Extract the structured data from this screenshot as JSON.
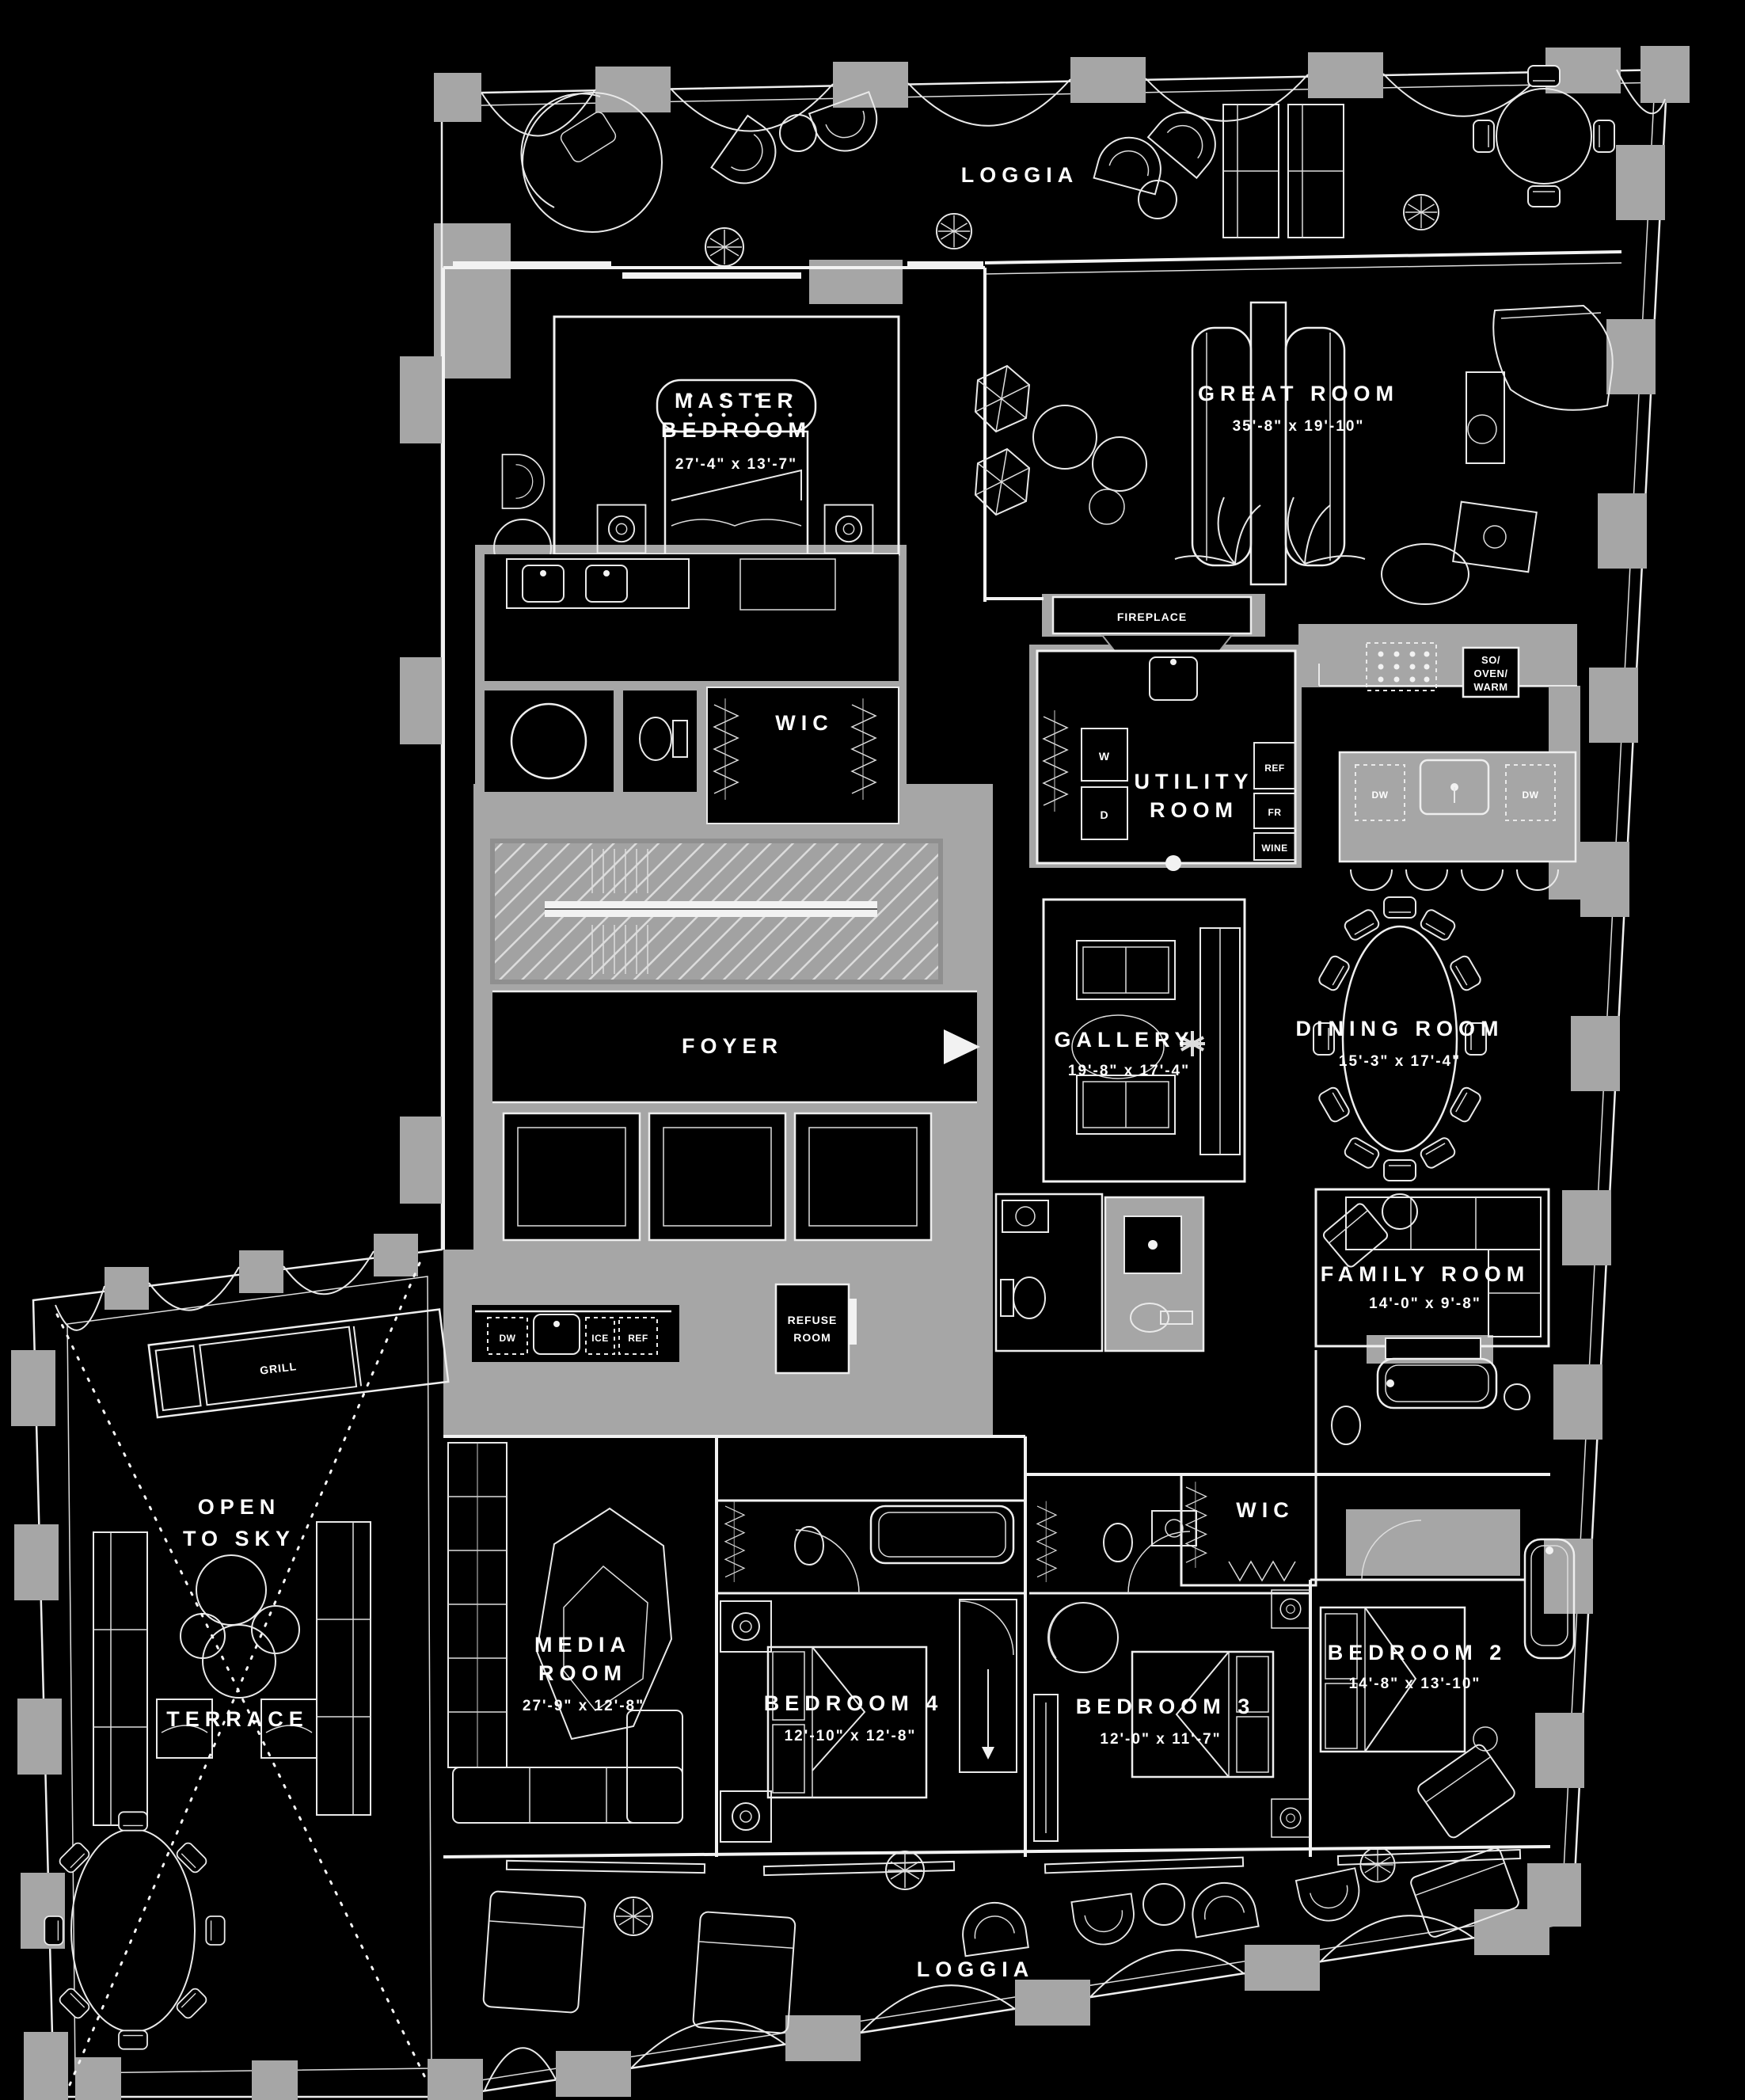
{
  "palette": {
    "background": "#000000",
    "wall_line": "#f2f2f2",
    "poche_gray": "#a6a6a6",
    "label_color": "#ffffff"
  },
  "plan": {
    "loggia_top": {
      "name": "LOGGIA"
    },
    "loggia_bottom": {
      "name": "LOGGIA"
    },
    "master_bedroom": {
      "name_line1": "MASTER",
      "name_line2": "BEDROOM",
      "dims": "27'-4\" x 13'-7\""
    },
    "great_room": {
      "name": "GREAT ROOM",
      "dims": "35'-8\" x 19'-10\""
    },
    "fireplace": {
      "name": "FIREPLACE"
    },
    "wic_master": {
      "name": "WIC"
    },
    "utility_room": {
      "name_line1": "UTILITY",
      "name_line2": "ROOM"
    },
    "foyer": {
      "name": "FOYER"
    },
    "refuse_room": {
      "name_line1": "REFUSE",
      "name_line2": "ROOM"
    },
    "gallery": {
      "name": "GALLERY",
      "dims": "19'-8\" x 17'-4\""
    },
    "dining_room": {
      "name": "DINING ROOM",
      "dims": "15'-3\" x 17'-4\""
    },
    "family_room": {
      "name": "FAMILY ROOM",
      "dims": "14'-0\" x 9'-8\""
    },
    "wic_bedroom2": {
      "name": "WIC"
    },
    "media_room": {
      "name_line1": "MEDIA",
      "name_line2": "ROOM",
      "dims": "27'-9\" x 12'-8\""
    },
    "bedroom_4": {
      "name": "BEDROOM 4",
      "dims": "12'-10\" x 12'-8\""
    },
    "bedroom_3": {
      "name": "BEDROOM 3",
      "dims": "12'-0\" x 11'-7\""
    },
    "bedroom_2": {
      "name": "BEDROOM 2",
      "dims": "14'-8\" x 13'-10\""
    },
    "terrace": {
      "name": "TERRACE"
    },
    "open_to_sky": {
      "name_line1": "OPEN",
      "name_line2": "TO SKY"
    },
    "grill": {
      "name": "GRILL"
    }
  },
  "appliances": {
    "washer": "W",
    "dryer": "D",
    "refrigerator": "REF",
    "freezer": "FR",
    "wine": "WINE",
    "speed_oven_line1": "SO/",
    "speed_oven_line2": "OVEN/",
    "speed_oven_line3": "WARM",
    "island_dw_left": "DW",
    "island_dw_right": "DW",
    "bar_dw": "DW",
    "bar_ice": "ICE",
    "bar_ref": "REF"
  }
}
